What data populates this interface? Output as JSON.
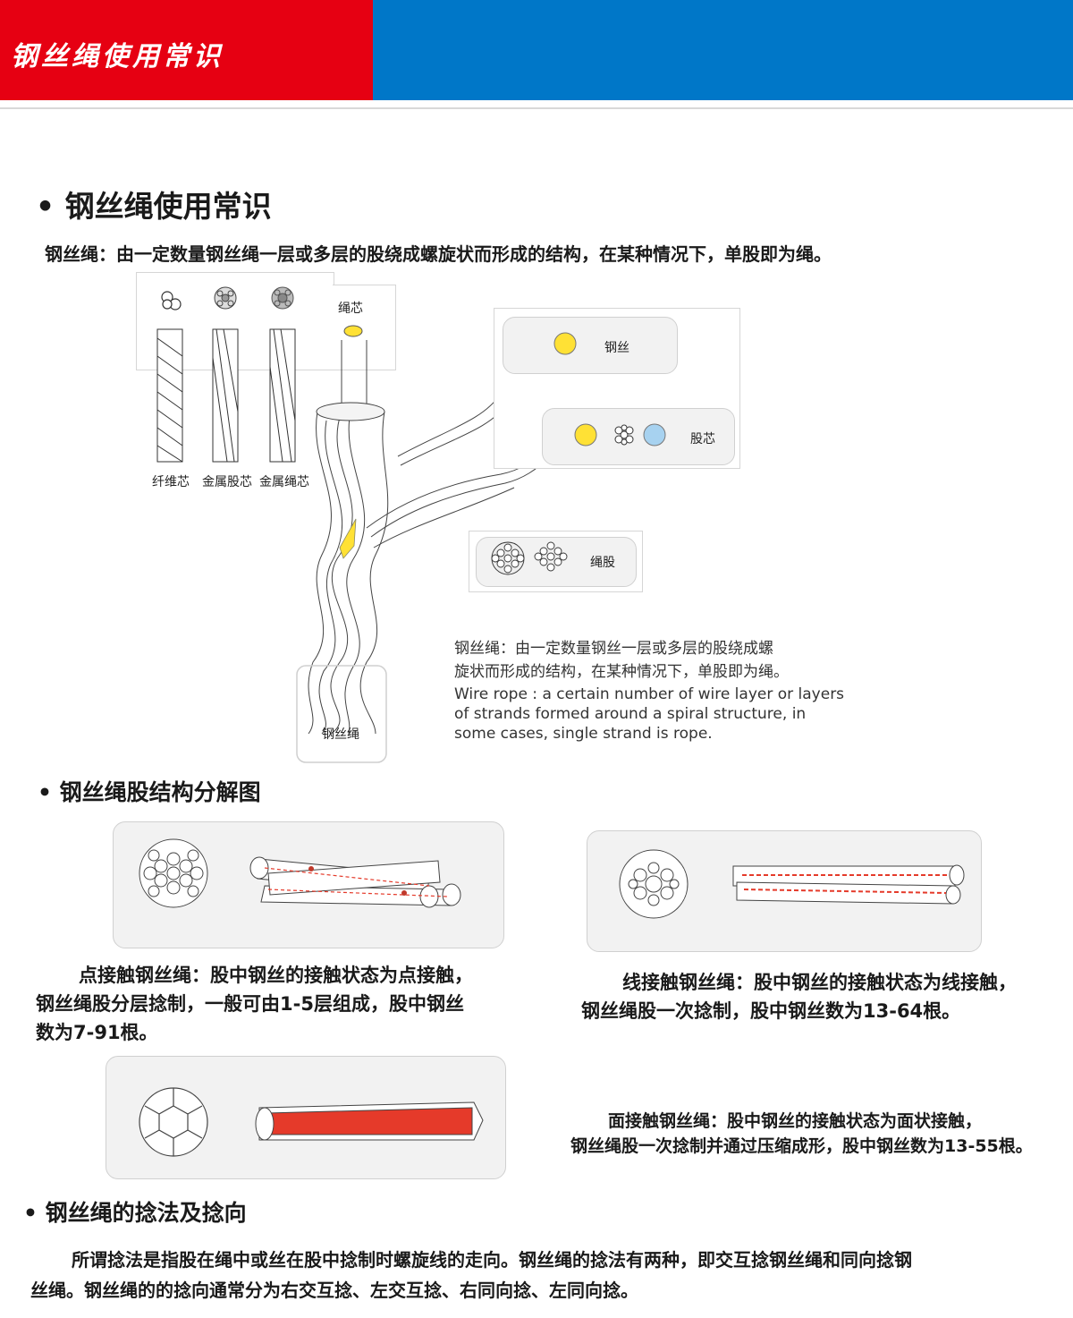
{
  "colors": {
    "header_red": "#e60012",
    "header_blue": "#0077c8",
    "wire_yellow": "#ffe135",
    "wire_blue": "#a7d2f0",
    "contact_red": "#e53a2a"
  },
  "header": {
    "title": "钢丝绳使用常识"
  },
  "section1": {
    "title": "• 钢丝绳使用常识",
    "definition": "钢丝绳：由一定数量钢丝绳一层或多层的股绕成螺旋状而形成的结构，在某种情况下，单股即为绳。",
    "core_labels": [
      "纤维芯",
      "金属股芯",
      "金属绳芯"
    ],
    "rope_core_label": "绳芯",
    "wire_label": "钢丝",
    "strand_core_label": "股芯",
    "strand_label": "绳股",
    "rope_label": "钢丝绳",
    "note_cn_1": "钢丝绳：由一定数量钢丝一层或多层的股绕成螺",
    "note_cn_2": "旋状而形成的结构，在某种情况下，单股即为绳。",
    "note_en_1": "Wire rope : a certain number of wire layer or layers",
    "note_en_2": "of strands formed around a spiral structure, in",
    "note_en_3": "some cases, single strand is rope."
  },
  "section2": {
    "title": "• 钢丝绳股结构分解图",
    "point_1": "点接触钢丝绳：股中钢丝的接触状态为点接触，",
    "point_2": "钢丝绳股分层捻制，一般可由1-5层组成，股中钢丝",
    "point_3": "数为7-91根。",
    "line_1": "线接触钢丝绳：股中钢丝的接触状态为线接触，",
    "line_2": "钢丝绳股一次捻制，股中钢丝数为13-64根。",
    "face_1": "面接触钢丝绳：股中钢丝的接触状态为面状接触，",
    "face_2": "钢丝绳股一次捻制并通过压缩成形，股中钢丝数为13-55根。"
  },
  "section3": {
    "title": "• 钢丝绳的捻法及捻向",
    "text_1": "所谓捻法是指股在绳中或丝在股中捻制时螺旋线的走向。钢丝绳的捻法有两种，即交互捻钢丝绳和同向捻钢",
    "text_2": "丝绳。钢丝绳的的捻向通常分为右交互捻、左交互捻、右同向捻、左同向捻。"
  }
}
